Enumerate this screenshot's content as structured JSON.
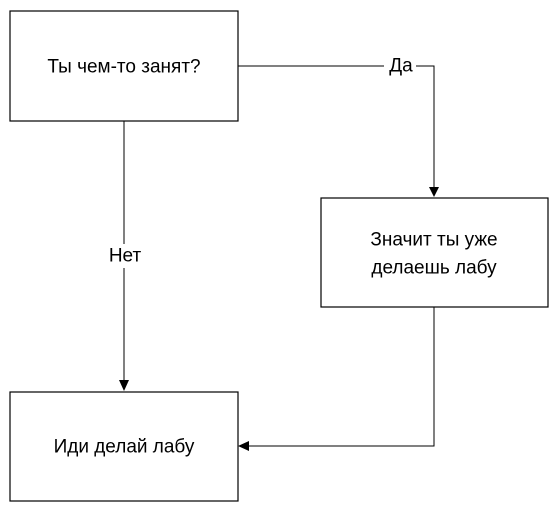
{
  "diagram": {
    "nodes": {
      "question": {
        "text": "Ты чем-то занят?"
      },
      "already_doing": {
        "line1": "Значит ты уже",
        "line2": "делаешь лабу"
      },
      "go_do": {
        "text": "Иди делай лабу"
      }
    },
    "edges": {
      "yes_label": "Да",
      "no_label": "Нет"
    }
  }
}
